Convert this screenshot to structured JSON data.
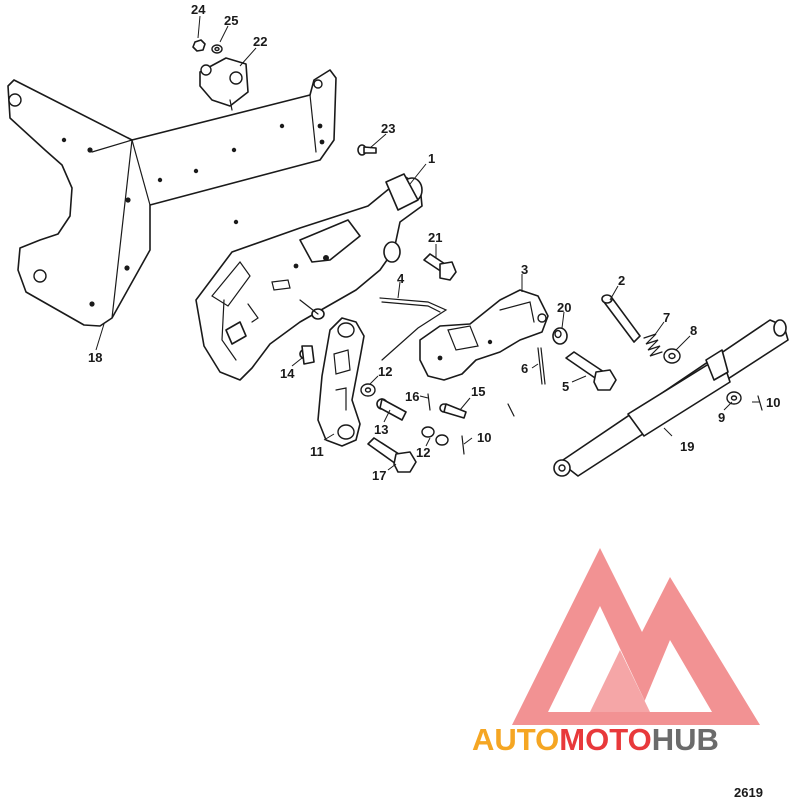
{
  "callouts": {
    "c1": "1",
    "c2": "2",
    "c3": "3",
    "c4": "4",
    "c5": "5",
    "c6": "6",
    "c7": "7",
    "c8": "8",
    "c9": "9",
    "c10a": "10",
    "c10b": "10",
    "c11": "11",
    "c12a": "12",
    "c12b": "12",
    "c13": "13",
    "c14": "14",
    "c15": "15",
    "c16": "16",
    "c17": "17",
    "c18": "18",
    "c19": "19",
    "c20": "20",
    "c21": "21",
    "c22": "22",
    "c23": "23",
    "c24": "24",
    "c25": "25"
  },
  "watermark": {
    "part1": "AUTO",
    "part2": "MOTO",
    "part3": "HUB",
    "colors": {
      "orange": "#f5a623",
      "red": "#e8393b",
      "gray": "#6b6b6b"
    }
  },
  "figure_number": "2619",
  "colors": {
    "line": "#1a1a1a",
    "background": "#ffffff"
  }
}
